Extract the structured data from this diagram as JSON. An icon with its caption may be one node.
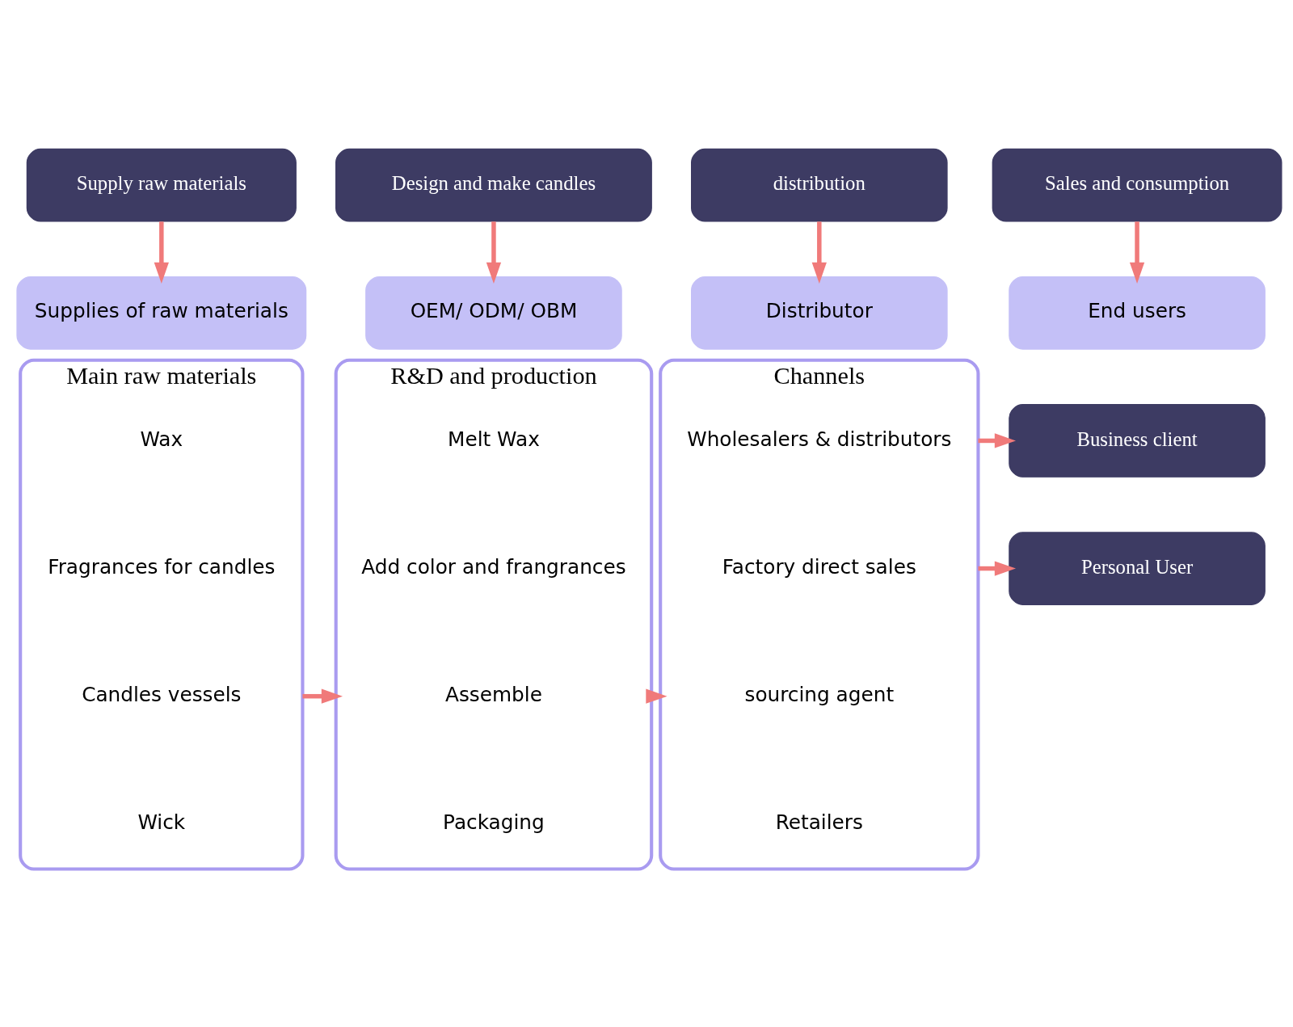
{
  "diagram": {
    "nodes": [
      {
        "text": [
          "Supply raw materials"
        ]
      },
      {
        "text": [
          "Design and make candles"
        ]
      },
      {
        "text": [
          "distribution"
        ]
      },
      {
        "text": [
          "Sales and consumption"
        ]
      },
      {
        "text": [
          "Supplies of raw materials"
        ]
      },
      {
        "text": [
          "OEM/ ODM/ OBM"
        ]
      },
      {
        "text": [
          "Distributor"
        ]
      },
      {
        "text": [
          "End users"
        ]
      },
      {
        "text": [
          "Main raw materials"
        ]
      },
      {
        "text": [
          "Wax"
        ],
        "in": 8
      },
      {
        "text": [
          "Fragrances for candles"
        ],
        "in": 8
      },
      {
        "text": [
          "Candles vessels"
        ],
        "in": 8
      },
      {
        "text": [
          "Wick"
        ],
        "in": 8
      },
      {
        "text": [
          "R&D and production"
        ]
      },
      {
        "text": [
          "Melt Wax"
        ],
        "in": 13
      },
      {
        "text": [
          "Add color and frangrances"
        ],
        "in": 13
      },
      {
        "text": [
          "Assemble"
        ],
        "in": 13
      },
      {
        "text": [
          "Packaging"
        ],
        "in": 13
      },
      {
        "text": [
          "Channels"
        ]
      },
      {
        "text": [
          "Wholesalers & distributors"
        ],
        "in": 18
      },
      {
        "text": [
          "Factory direct sales"
        ],
        "in": 18
      },
      {
        "text": [
          "sourcing agent"
        ],
        "in": 18
      },
      {
        "text": [
          "Retailers"
        ],
        "in": 18
      },
      {
        "text": [
          "Business client"
        ]
      },
      {
        "text": [
          "Personal User"
        ]
      }
    ],
    "edges": [
      {
        "from": 0,
        "to": 4,
        "arrow": "to"
      },
      {
        "from": 1,
        "to": 5,
        "arrow": "to"
      },
      {
        "from": 2,
        "to": 6,
        "arrow": "to"
      },
      {
        "from": 3,
        "to": 7,
        "arrow": "to"
      },
      {
        "from": 8,
        "to": 13,
        "arrow": "to"
      },
      {
        "from": 13,
        "to": 18,
        "arrow": "to"
      },
      {
        "from": 18,
        "to": 23,
        "arrow": "to"
      },
      {
        "from": 18,
        "to": 24,
        "arrow": "to"
      }
    ]
  }
}
